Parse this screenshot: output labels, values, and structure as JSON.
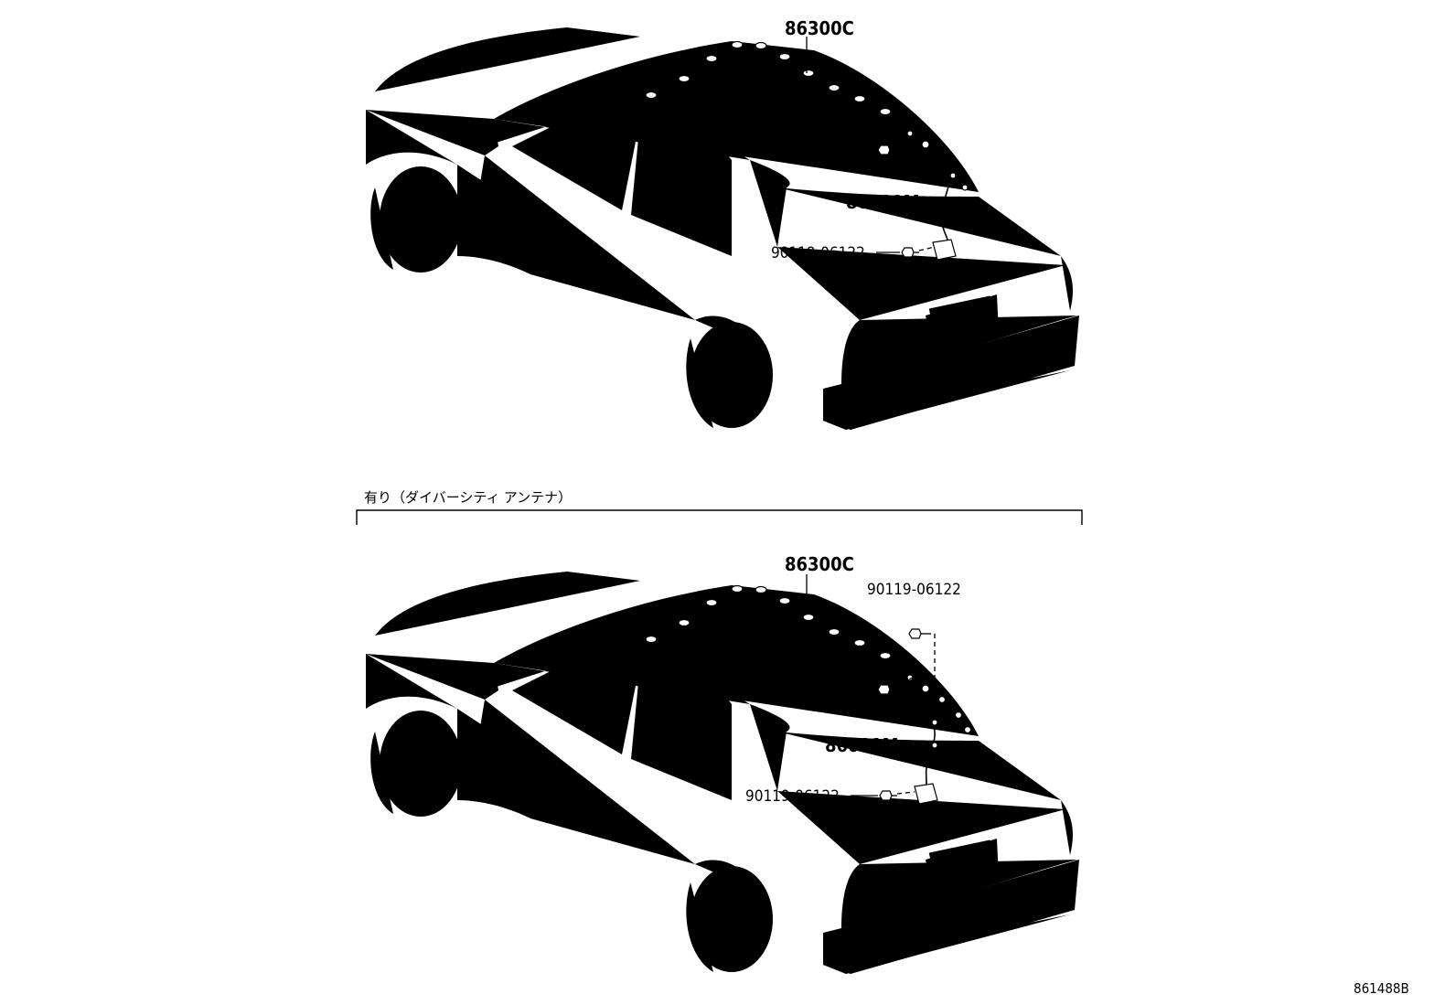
{
  "section_label": "有り（ダイバーシティ アンテナ）",
  "figure_ref": "861488B",
  "views": [
    {
      "callouts": {
        "cord": "86300C",
        "amp": "86011M",
        "bolt_a": "90119-06122",
        "bolt_b": "90119-06122"
      }
    },
    {
      "callouts": {
        "cord": "86300C",
        "bolt_top": "90119-06122",
        "bolt_a": "90119-06122",
        "amp": "86011M",
        "bolt_b": "90119-06122"
      }
    }
  ]
}
